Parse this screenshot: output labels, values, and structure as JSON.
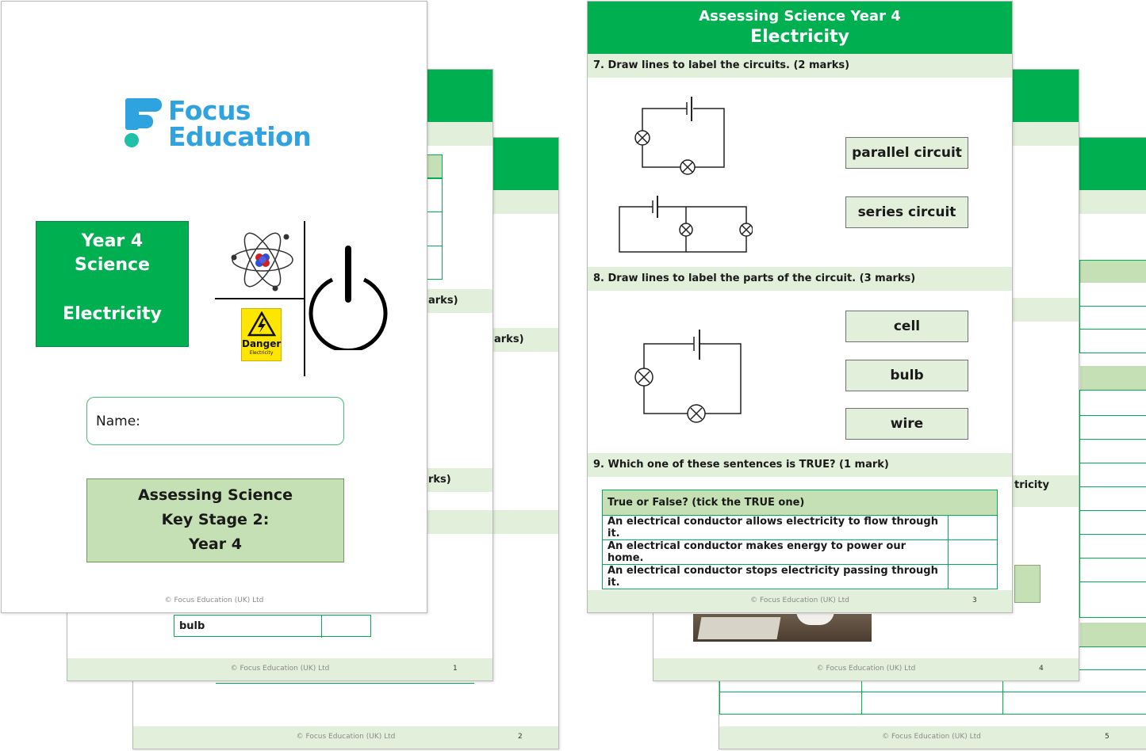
{
  "footer_copyright": "© Focus Education (UK) Ltd",
  "cover": {
    "logo_line1": "Focus",
    "logo_line2": "Education",
    "subject_year": "Year 4",
    "subject_name": "Science",
    "subject_topic": "Electricity",
    "danger_title": "Danger",
    "danger_sub": "Electricity",
    "name_label": "Name:",
    "assess_line1": "Assessing Science",
    "assess_line2": "Key Stage 2:",
    "assess_line3": "Year 4"
  },
  "page1": {
    "number": "1",
    "fragment_1": "arks)",
    "fragment_3": "rks)",
    "bulb_cell": "bulb"
  },
  "page2": {
    "number": "2",
    "fragment_2": "arks)"
  },
  "page3": {
    "header_line1": "Assessing Science Year 4",
    "header_line2": "Electricity",
    "q7": "7.  Draw lines to label the circuits. (2 marks)",
    "q7_options": [
      "parallel circuit",
      "series circuit"
    ],
    "q8": "8.  Draw lines to label the parts of the circuit. (3 marks)",
    "q8_options": [
      "cell",
      "bulb",
      "wire"
    ],
    "q9": "9.  Which one of these sentences is TRUE? (1 mark)",
    "table_header": "True or False? (tick the TRUE one)",
    "table_rows": [
      "An electrical conductor allows electricity to flow through it.",
      "An electrical conductor makes energy to power our home.",
      "An electrical conductor stops electricity passing through it."
    ],
    "number": "3"
  },
  "page4": {
    "number": "4",
    "fragment": "tricity"
  },
  "page5": {
    "number": "5"
  },
  "colors": {
    "green": "#00b050",
    "light_green": "#e2efda",
    "mid_green": "#c5e0b4",
    "logo_blue": "#2fa3e0",
    "logo_teal": "#20c0a8"
  }
}
